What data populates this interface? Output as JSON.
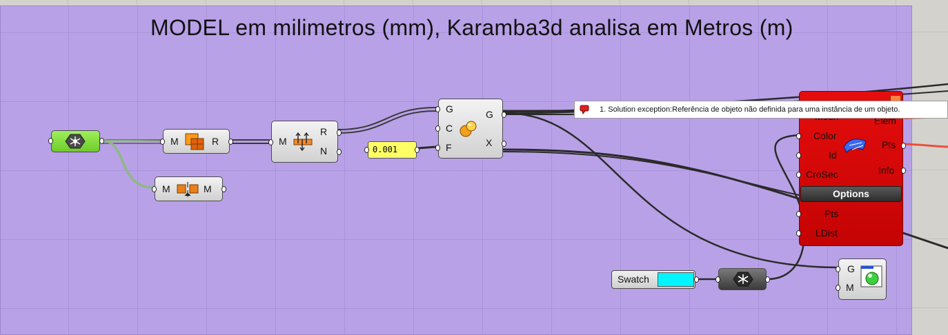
{
  "canvas": {
    "title": "MODEL em milimetros (mm), Karamba3d analisa em Metros (m)",
    "group_color": "#b8a1e7",
    "background_color": "#d4d2cd"
  },
  "components": {
    "mesh_param": {
      "icon": "mesh-param-icon",
      "color": "#84de3c"
    },
    "mesh_to_rhino": {
      "input": "M",
      "output": "R",
      "icon": "mesh-faces-icon"
    },
    "mesh_explode": {
      "input": "M",
      "output": "M",
      "icon": "mesh-explode-icon"
    },
    "mesh_normals": {
      "input": "M",
      "outputs": [
        "R",
        "N"
      ],
      "icon": "mesh-normals-icon"
    },
    "number_param": {
      "value": "0.001"
    },
    "scale": {
      "inputs": [
        "G",
        "C",
        "F"
      ],
      "outputs": [
        "G",
        "X"
      ],
      "icon": "scale-icon"
    },
    "karamba_shell": {
      "color": "#d40606",
      "inputs_top": [
        "Mesh",
        "Color",
        "Id",
        "CroSec"
      ],
      "outputs": [
        "Elem",
        "Pts",
        "Info"
      ],
      "options_label": "Options",
      "inputs_bottom": [
        "Pts",
        "LDist"
      ],
      "icon": "shell-mesh-icon"
    },
    "swatch": {
      "label": "Swatch",
      "color": "#00f5ff"
    },
    "color_list": {
      "icon": "color-wheel-icon"
    },
    "preview": {
      "inputs": [
        "G",
        "M"
      ],
      "icon": "custom-preview-icon"
    }
  },
  "error_tooltip": {
    "text": "1. Solution exception:Referência de objeto não definida para uma instância de um objeto.",
    "icon": "error-balloon-icon",
    "color": "#e02020"
  }
}
